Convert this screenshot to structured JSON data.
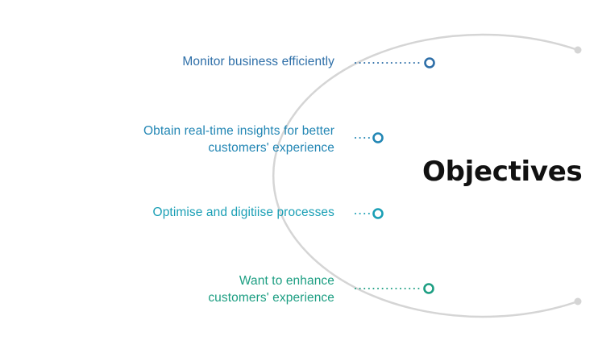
{
  "title": "Objectives",
  "objectives": [
    {
      "lines": [
        "Monitor business efficiently"
      ],
      "color": "#2e6fa8"
    },
    {
      "lines": [
        "Obtain real-time insights for better",
        "customers' experience"
      ],
      "color": "#2286b4"
    },
    {
      "lines": [
        "Optimise and digitiise processes"
      ],
      "color": "#1a9fb5"
    },
    {
      "lines": [
        "Want to enhance",
        "customers' experience"
      ],
      "color": "#1c9e82"
    }
  ],
  "arc_color": "#d5d5d5"
}
